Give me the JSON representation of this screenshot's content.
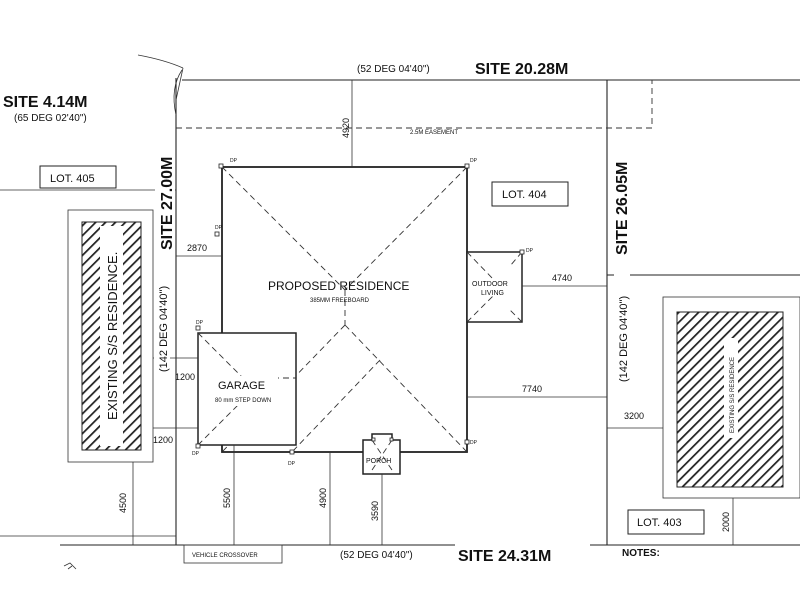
{
  "site_boundaries": {
    "top": "SITE 20.28M",
    "top_bearing": "(52 DEG 04'40\")",
    "left_top": "SITE 4.14M",
    "left_top_bearing": "(65 DEG 02'40\")",
    "left": "SITE 27.00M",
    "left_bearing": "(142 DEG 04'40\")",
    "right": "SITE 26.05M",
    "right_bearing": "(142 DEG 04'40\")",
    "bottom": "SITE 24.31M",
    "bottom_bearing": "(52 DEG 04'40\")"
  },
  "lots": {
    "lot405": "LOT. 405",
    "lot404": "LOT. 404",
    "lot403": "LOT. 403"
  },
  "residence": {
    "label": "PROPOSED RESIDENCE",
    "sublabel": "385MM FREEBOARD"
  },
  "garage": {
    "label": "GARAGE",
    "sublabel": "80 mm STEP DOWN"
  },
  "outdoor": {
    "line1": "OUTDOOR",
    "line2": "LIVING"
  },
  "porch": "PORCH",
  "neighbours": {
    "left": "EXISTING S/S RESIDENCE.",
    "right": "EXISTING S/S RESIDENCE"
  },
  "easement": "2.5M EASEMENT",
  "vehicle_crossover": "VEHICLE CROSSOVER",
  "notes": "NOTES:",
  "downpipe": "DP",
  "dimensions": {
    "d4920": "4920",
    "d2870": "2870",
    "d4740": "4740",
    "d7740": "7740",
    "d1200a": "1200",
    "d1200b": "1200",
    "d3200": "3200",
    "d4500": "4500",
    "d5500": "5500",
    "d4900": "4900",
    "d3590": "3590",
    "d2000": "2000"
  }
}
